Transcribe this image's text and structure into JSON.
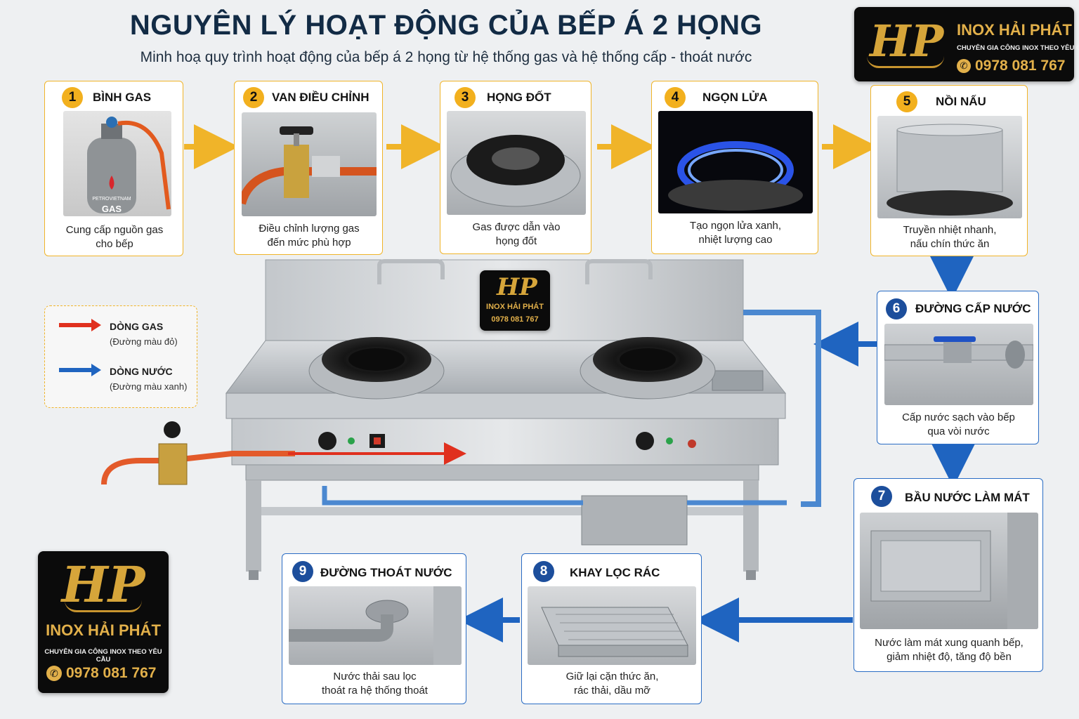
{
  "title": "NGUYÊN LÝ HOẠT ĐỘNG CỦA BẾP Á 2 HỌNG",
  "subtitle": "Minh hoạ quy trình hoạt động của bếp á 2 họng từ hệ thống gas và hệ thống cấp - thoát nước",
  "brand": {
    "logo_letters": "HP",
    "name": "INOX HẢI PHÁT",
    "tagline": "CHUYÊN GIA CÔNG INOX THEO YÊU CẦU",
    "phone": "0978 081 767"
  },
  "steps": [
    {
      "num": "1",
      "title": "BÌNH GAS",
      "desc1": "Cung cấp nguồn gas",
      "desc2": "cho bếp",
      "cylinder_text": "PETROVIETNAM",
      "cylinder_label": "GAS"
    },
    {
      "num": "2",
      "title": "VAN ĐIỀU CHỈNH",
      "desc1": "Điều chỉnh lượng gas",
      "desc2": "đến mức phù hợp"
    },
    {
      "num": "3",
      "title": "HỌNG ĐỐT",
      "desc1": "Gas được dẫn vào",
      "desc2": "họng đốt"
    },
    {
      "num": "4",
      "title": "NGỌN LỬA",
      "desc1": "Tạo ngọn lửa xanh,",
      "desc2": "nhiệt lượng cao"
    },
    {
      "num": "5",
      "title": "NỒI NẤU",
      "desc1": "Truyền nhiệt nhanh,",
      "desc2": "nấu chín thức ăn"
    },
    {
      "num": "6",
      "title": "ĐƯỜNG CẤP NƯỚC",
      "desc1": "Cấp nước sạch vào bếp",
      "desc2": "qua vòi nước"
    },
    {
      "num": "7",
      "title": "BẦU NƯỚC LÀM MÁT",
      "desc1": "Nước làm mát xung quanh bếp,",
      "desc2": "giảm nhiệt độ, tăng độ bền"
    },
    {
      "num": "8",
      "title": "KHAY LỌC RÁC",
      "desc1": "Giữ lại cặn thức ăn,",
      "desc2": "rác thải, dầu mỡ"
    },
    {
      "num": "9",
      "title": "ĐƯỜNG THOÁT NƯỚC",
      "desc1": "Nước thải sau lọc",
      "desc2": "thoát ra hệ thống thoát"
    }
  ],
  "legend": {
    "gas_label": "DÒNG GAS",
    "gas_note": "(Đường màu đỏ)",
    "water_label": "DÒNG NƯỚC",
    "water_note": "(Đường màu xanh)"
  },
  "colors": {
    "gas_flow": "#e0301e",
    "water_flow": "#1f64c0",
    "step_arrow": "#f0b429",
    "navy": "#122b45",
    "gold": "#d6a53a"
  },
  "icons": {
    "phone": "phone-icon",
    "arrow": "arrow-right-icon"
  }
}
